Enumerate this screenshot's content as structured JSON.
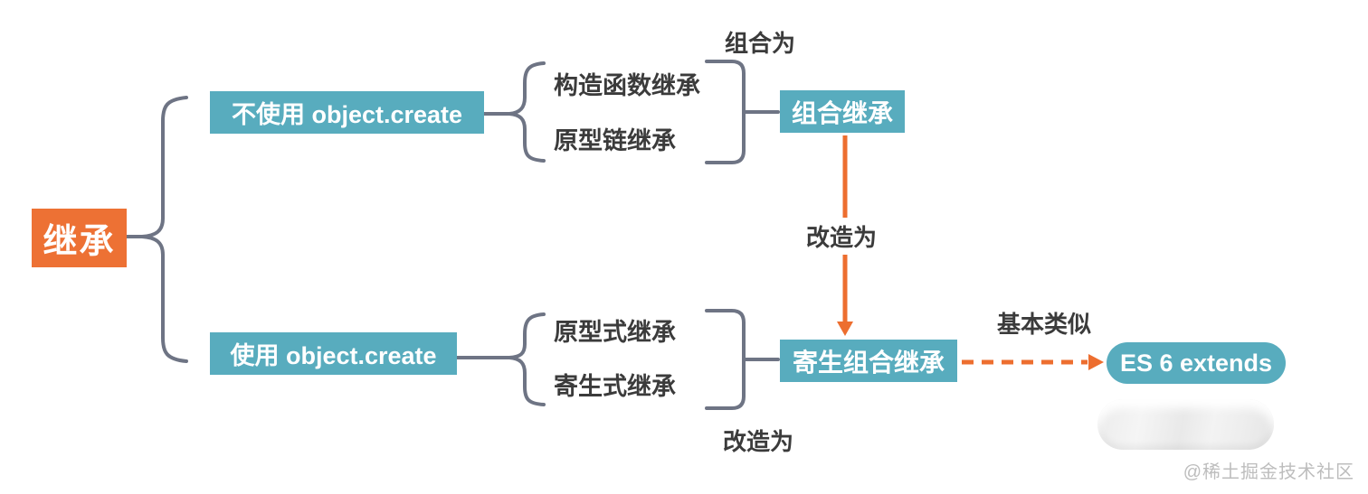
{
  "colors": {
    "accent_orange": "#ED7134",
    "node_teal": "#58ACBE",
    "connector_gray": "#6E7484",
    "arrow_orange": "#ED6E2F",
    "label_dark": "#3B3B3B",
    "watermark_gray": "#BDBDBD"
  },
  "root": {
    "label": "继承"
  },
  "branches": {
    "no_object_create": {
      "label": "不使用 object.create",
      "children": [
        "构造函数继承",
        "原型链继承"
      ],
      "combine_label": "组合为",
      "result": "组合继承"
    },
    "object_create": {
      "label": "使用 object.create",
      "children": [
        "原型式继承",
        "寄生式继承"
      ],
      "combine_label": "改造为",
      "result": "寄生组合继承"
    }
  },
  "transform": {
    "label": "改造为"
  },
  "similar": {
    "label": "基本类似",
    "target": "ES 6 extends"
  },
  "watermark": "@稀土掘金技术社区"
}
